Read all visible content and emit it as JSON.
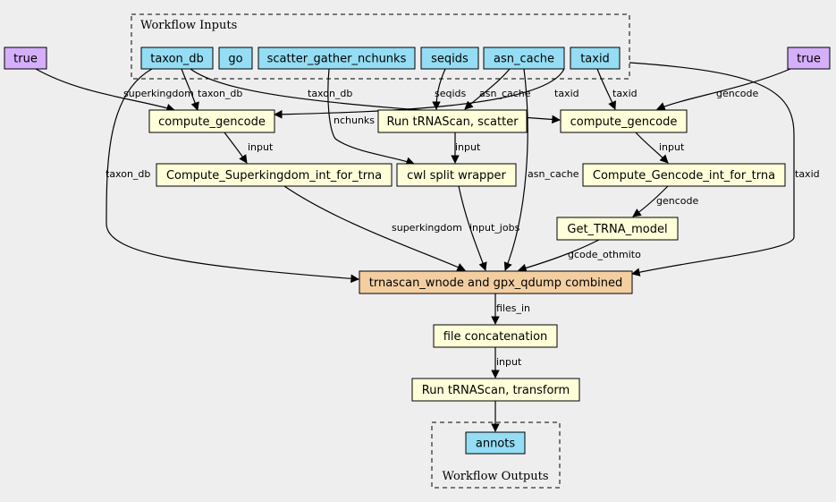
{
  "clusters": {
    "inputs_title": "Workflow Inputs",
    "outputs_title": "Workflow Outputs"
  },
  "colors": {
    "input": "#94ddf4",
    "step": "#ffffd9",
    "main": "#f3cea1",
    "constant": "#d5aefc",
    "background": "#eeeeee"
  },
  "nodes": {
    "true_left": "true",
    "true_right": "true",
    "taxon_db": "taxon_db",
    "go": "go",
    "scatter_gather_nchunks": "scatter_gather_nchunks",
    "seqids": "seqids",
    "asn_cache": "asn_cache",
    "taxid": "taxid",
    "compute_gencode_left": "compute_gencode",
    "run_trnascan_scatter": "Run tRNAScan, scatter",
    "compute_gencode_right": "compute_gencode",
    "compute_superkingdom": "Compute_Superkingdom_int_for_trna",
    "cwl_split_wrapper": "cwl split wrapper",
    "compute_gencode_int": "Compute_Gencode_int_for_trna",
    "get_trna_model": "Get_TRNA_model",
    "trnascan_combined": "trnascan_wnode and gpx_qdump combined",
    "file_concatenation": "file concatenation",
    "run_trnascan_transform": "Run tRNAScan, transform",
    "annots": "annots"
  },
  "edge_labels": {
    "superkingdom_a": "superkingdom",
    "taxon_db_a": "taxon_db",
    "taxon_db_b": "taxon_db",
    "taxid_a": "taxid",
    "taxid_b": "taxid",
    "gencode_a": "gencode",
    "nchunks": "nchunks",
    "seqids": "seqids",
    "asn_cache_a": "asn_cache",
    "input_a": "input",
    "input_b": "input",
    "input_c": "input",
    "taxon_db_c": "taxon_db",
    "asn_cache_b": "asn_cache",
    "taxid_c": "taxid",
    "gencode_b": "gencode",
    "superkingdom_b": "superkingdom",
    "input_jobs": "input_jobs",
    "gcode_othmito": "gcode_othmito",
    "files_in": "files_in",
    "input_d": "input"
  }
}
